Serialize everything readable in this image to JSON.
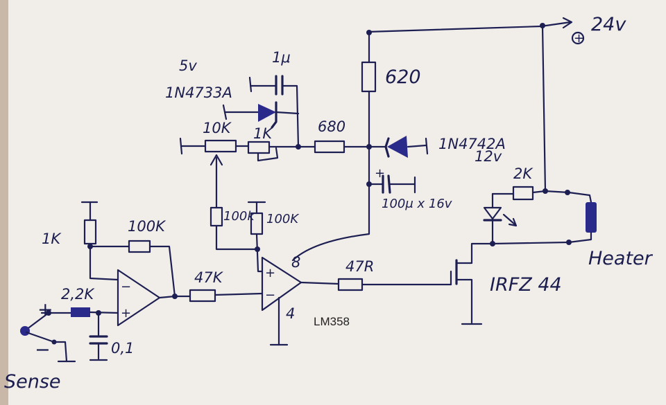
{
  "colors": {
    "ink": "#1d1f52",
    "paper": "#f1eeea",
    "component_fill": "#2a2a8a"
  },
  "labels": {
    "v24": "24v",
    "plus_sym": "+",
    "r620": "620",
    "v5": "5v",
    "c1u": "1μ",
    "zener1": "1N4733A",
    "pot10k": "10K",
    "r1k_top": "1K",
    "r680": "680",
    "zener2": "1N4742A",
    "zener2_v": "12v",
    "r2k": "2K",
    "cap_big": "100μ x 16v",
    "r100k_a": "100k",
    "r100k_b": "100K",
    "r1k_left": "1K",
    "r100k_fb": "100K",
    "pin8": "8",
    "pin4": "4",
    "r47k": "47K",
    "r47r": "47R",
    "opamp_model": "LM358",
    "mosfet": "IRFZ 44",
    "heater": "Heater",
    "r2_2k": "2,2K",
    "c01": "0,1",
    "in_plus": "+",
    "in_minus": "−",
    "sense": "Sense"
  }
}
